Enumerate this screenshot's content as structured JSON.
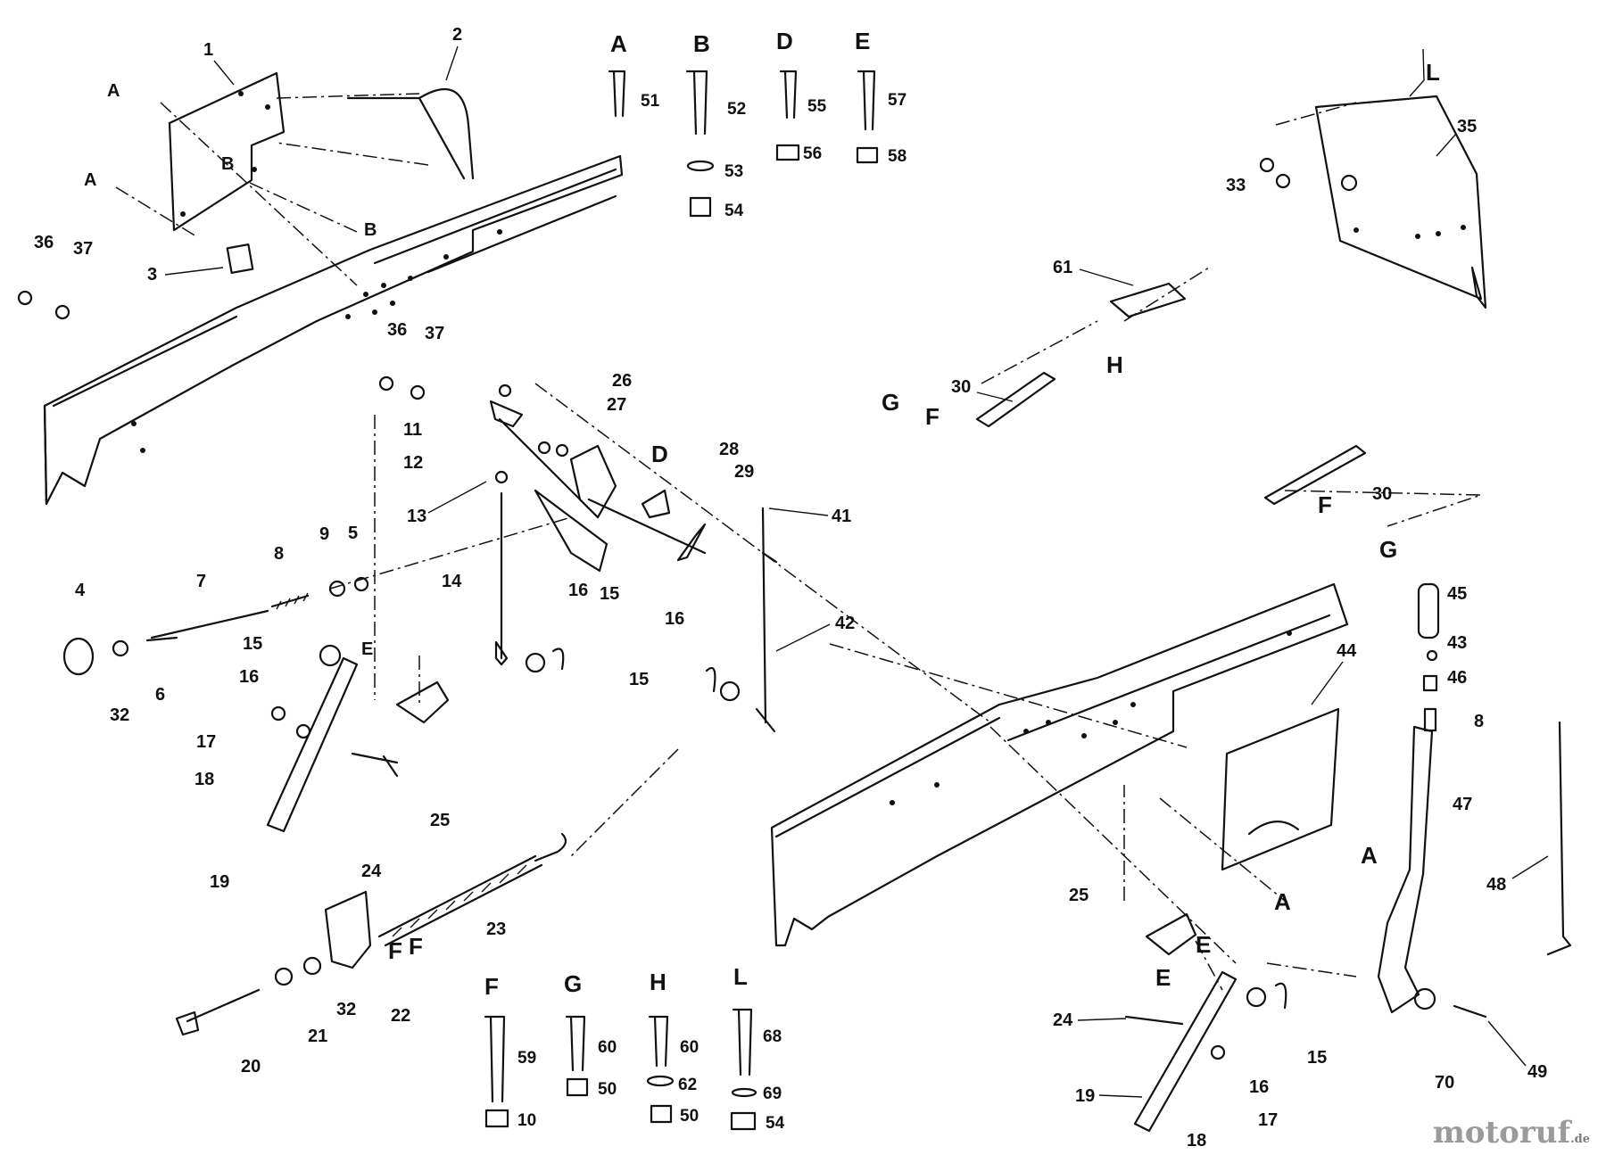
{
  "kit_groups": [
    {
      "letter": "A",
      "parts": [
        "51"
      ]
    },
    {
      "letter": "B",
      "parts": [
        "52",
        "53",
        "54"
      ]
    },
    {
      "letter": "D",
      "parts": [
        "55",
        "56"
      ]
    },
    {
      "letter": "E",
      "parts": [
        "57",
        "58"
      ]
    },
    {
      "letter": "F",
      "parts": [
        "59",
        "10"
      ]
    },
    {
      "letter": "G",
      "parts": [
        "60",
        "50"
      ]
    },
    {
      "letter": "H",
      "parts": [
        "60",
        "62",
        "50"
      ]
    },
    {
      "letter": "L",
      "parts": [
        "68",
        "69",
        "54"
      ]
    }
  ],
  "callouts": [
    "1",
    "2",
    "A",
    "A",
    "B",
    "B",
    "3",
    "36",
    "37",
    "36",
    "37",
    "11",
    "12",
    "13",
    "26",
    "27",
    "D",
    "28",
    "29",
    "41",
    "4",
    "7",
    "8",
    "9",
    "5",
    "32",
    "6",
    "14",
    "16",
    "15",
    "16",
    "15",
    "42",
    "15",
    "16",
    "E",
    "17",
    "18",
    "25",
    "19",
    "24",
    "23",
    "F",
    "F",
    "22",
    "32",
    "21",
    "20",
    "35",
    "33",
    "L",
    "61",
    "H",
    "G",
    "30",
    "F",
    "30",
    "F",
    "G",
    "44",
    "45",
    "43",
    "46",
    "8",
    "47",
    "48",
    "A",
    "A",
    "25",
    "E",
    "E",
    "24",
    "16",
    "15",
    "19",
    "17",
    "70",
    "49",
    "18"
  ],
  "watermark": {
    "brand": "motoruf",
    "tld": ".de"
  }
}
